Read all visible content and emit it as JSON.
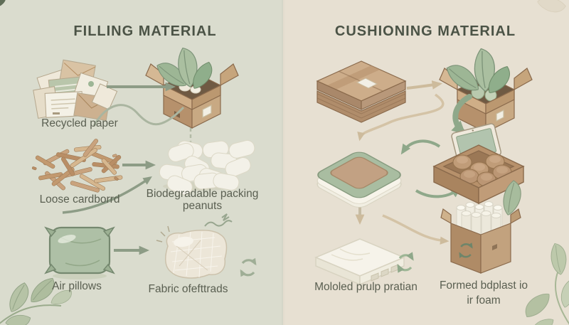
{
  "palette": {
    "left_bg": "#dadcce",
    "right_bg": "#e7e0d2",
    "title_color": "#4b5346",
    "label_color": "#5a5f51",
    "cardboard": "#c2a181",
    "cardboard_dark": "#8a6a4c",
    "cream": "#f3f0e5",
    "leaf_green": "#a7bc9d",
    "arrow_gray_green": "#8d9c86",
    "arrow_green": "#8fa88a",
    "arrow_tan": "#d2c0a2",
    "pillow_sage": "#aec0a6"
  },
  "left_panel": {
    "title": "FILLING MATERIAL",
    "labels": {
      "recycled_paper": "Recycled paper",
      "loose_cardboard": "Loose cardborrd",
      "packing_peanuts_line1": "Biodegradable packing",
      "packing_peanuts_line2": "peanuts",
      "air_pillows": "Air pillows",
      "fabric_offcuts": "Fabric ofefttrads"
    }
  },
  "right_panel": {
    "title": "CUSHIONING MATERIAL",
    "labels": {
      "molded_pulp": "Mololed prulp pratian",
      "formed_foam_line1": "Formed bdplast io",
      "formed_foam_line2": "ir foam"
    }
  }
}
